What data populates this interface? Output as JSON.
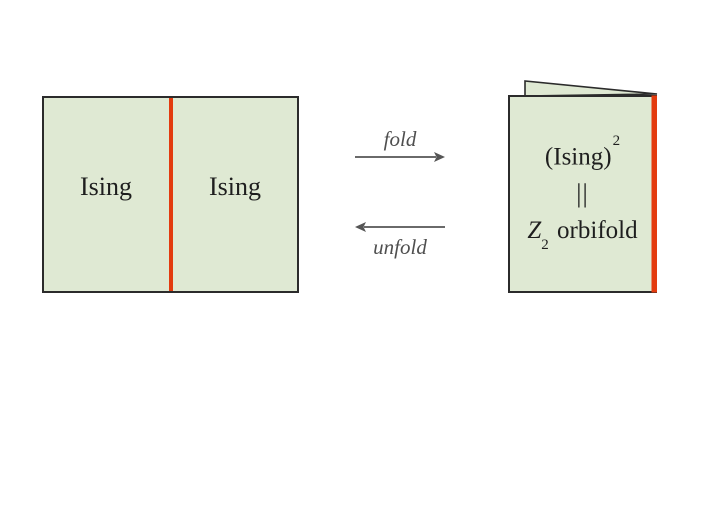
{
  "figure": {
    "left_panel": {
      "label_left": "Ising",
      "label_right": "Ising"
    },
    "arrows": {
      "fold_label": "fold",
      "unfold_label": "unfold"
    },
    "right_panel": {
      "line1_base": "(Ising)",
      "line1_sup": "2",
      "line2": "||",
      "line3_var": "Z",
      "line3_sub": "2",
      "line3_rest": " orbifold"
    },
    "colors": {
      "panel_fill": "#dfe9d3",
      "fold_line": "#e33b0e",
      "outline": "#2b2b2b",
      "arrow": "#555555",
      "background": "#ffffff"
    }
  }
}
